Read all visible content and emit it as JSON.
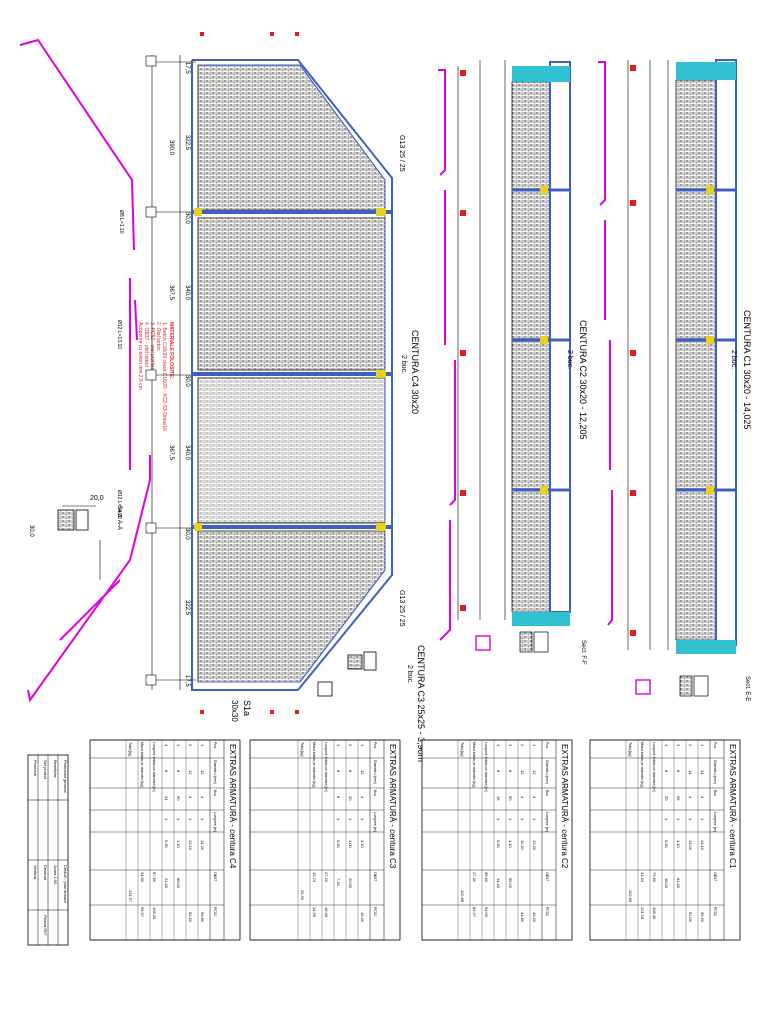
{
  "drawing": {
    "title_c1": "CENTURA C1 30x20 - 14,025",
    "sub_c1": "2 buc.",
    "title_c2": "CENTURA C2 30x20 - 12,205",
    "sub_c2": "2 buc.",
    "title_c3": "CENTURA C3 25x25 - 3,90m",
    "sub_c3": "2 buc.",
    "title_c4": "CENTURA C4 30x20",
    "sub_c4": "2 buc.",
    "label_s1a": "S1a",
    "label_s1a_dim": "30x30",
    "label_g13_top": "G13 25 / 25",
    "label_g13_bottom": "G13 25 / 25",
    "dim_20": "20,0",
    "dim_30": "30,0",
    "section_aa": "Sect. A-A",
    "section_ee": "Sect. E-E",
    "section_ff": "Sect. F-F",
    "dims_left": [
      "17,5",
      "322,5",
      "30,0",
      "340,0",
      "30,0",
      "340,0",
      "30,0",
      "322,5",
      "17,5"
    ],
    "dims_inner": [
      "390,0",
      "367,5",
      "367,5"
    ],
    "materials_note": [
      "MATERIALE FOLOSITE:",
      "1. Beton C16/20 clasa C16/20 - XC2-S3-Dmax16",
      "2. Otel beton",
      "3. PC52 - otel profilat",
      "4. OB37 - otel neted",
      "Acoperire cu beton min 2,5 cm"
    ]
  },
  "tables": [
    {
      "title": "EXTRAS ARMATURĂ - centura C1",
      "col_headers": [
        "Poz.",
        "Diametru [mm]",
        "Buc.",
        "Lungime [m]",
        "OB37",
        "PC52"
      ],
      "rows": [
        [
          "1",
          "14",
          "4",
          "1",
          "14.10",
          "",
          "56.40"
        ],
        [
          "2",
          "14",
          "4",
          "1",
          "13.00",
          "",
          "52.00"
        ],
        [
          "3",
          "8",
          "56",
          "1",
          "1.10",
          "61.60",
          ""
        ],
        [
          "4",
          "8",
          "20",
          "1",
          "0.90",
          "18.00",
          ""
        ]
      ],
      "footer": [
        "Lungime totala pe diametre [m]",
        "Masa totala pe diametre [kg]",
        "Total [kg]"
      ],
      "totals": [
        "79.60",
        "108.40",
        "31.44",
        "131.16",
        "162.60"
      ]
    },
    {
      "title": "EXTRAS ARMATURĂ - centura C2",
      "col_headers": [
        "Poz.",
        "Diametru [mm]",
        "Buc.",
        "Lungime [m]",
        "OB37",
        "PC52"
      ],
      "rows": [
        [
          "1",
          "12",
          "4",
          "1",
          "12.30",
          "",
          "49.20"
        ],
        [
          "2",
          "12",
          "4",
          "1",
          "11.20",
          "",
          "44.80"
        ],
        [
          "3",
          "8",
          "50",
          "1",
          "1.10",
          "55.00",
          ""
        ],
        [
          "4",
          "8",
          "16",
          "1",
          "0.90",
          "14.40",
          ""
        ]
      ],
      "footer": [
        "Lungime totala pe diametre [m]",
        "Masa totala pe diametre [kg]",
        "Total [kg]"
      ],
      "totals": [
        "69.40",
        "94.00",
        "27.41",
        "83.47",
        "110.88"
      ]
    },
    {
      "title": "EXTRAS ARMATURĂ - centura C3",
      "col_headers": [
        "Poz.",
        "Diametru [mm]",
        "Buc.",
        "Lungime [m]",
        "OB37",
        "PC52"
      ],
      "rows": [
        [
          "1",
          "12",
          "4",
          "1",
          "4.10",
          "",
          "16.40"
        ],
        [
          "2",
          "8",
          "20",
          "1",
          "1.00",
          "20.00",
          ""
        ],
        [
          "3",
          "8",
          "8",
          "1",
          "0.90",
          "7.20",
          ""
        ]
      ],
      "footer": [
        "Lungime totala pe diametre [m]",
        "Masa totala pe diametre [kg]",
        "Total [kg]"
      ],
      "totals": [
        "27.20",
        "16.40",
        "10.74",
        "14.56",
        "25.30"
      ]
    },
    {
      "title": "EXTRAS ARMATURĂ - centura C4",
      "col_headers": [
        "Poz.",
        "Diametru [mm]",
        "Buc.",
        "Lungime [m]",
        "OB37",
        "PC52"
      ],
      "rows": [
        [
          "1",
          "12",
          "4",
          "1",
          "14.20",
          "",
          "56.80"
        ],
        [
          "2",
          "12",
          "4",
          "1",
          "13.10",
          "",
          "52.40"
        ],
        [
          "3",
          "8",
          "60",
          "1",
          "1.10",
          "66.00",
          ""
        ],
        [
          "4",
          "8",
          "24",
          "1",
          "0.90",
          "21.60",
          ""
        ]
      ],
      "footer": [
        "Lungime totala pe diametre [m]",
        "Masa totala pe diametre [kg]",
        "Total [kg]"
      ],
      "totals": [
        "87.60",
        "109.20",
        "34.60",
        "96.97",
        "131.57"
      ]
    }
  ],
  "title_block": {
    "project": "Proiectant general",
    "beneficiar": "Beneficiar",
    "title": "Centuri - plan armare",
    "scale": "Scara 1:50",
    "sheet": "Plansa R07",
    "rows": [
      "Sef proiect",
      "Proiectat",
      "Desenat",
      "Verificat"
    ]
  },
  "colors": {
    "magenta": "#e000e0",
    "blue": "#4060c0",
    "cyan": "#30c0d0",
    "red": "#e02020",
    "yellow": "#e8d020",
    "green": "#20a040"
  }
}
